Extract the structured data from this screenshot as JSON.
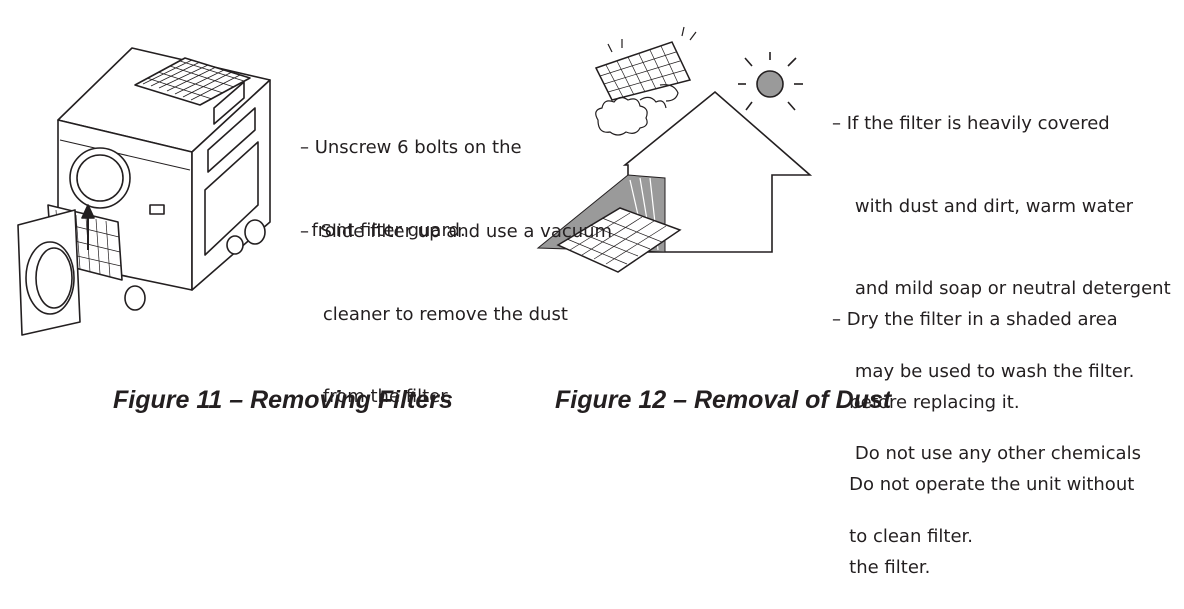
{
  "figure11": {
    "caption": "Figure 11 – Removing Filters",
    "instructions": [
      [
        "– Unscrew 6 bolts on the",
        "  front filter guard."
      ],
      [
        "–  Slide filter up and use a vacuum",
        "    cleaner to remove the dust",
        "    from the filter."
      ]
    ]
  },
  "figure12": {
    "caption": "Figure 12 – Removal of Dust",
    "instructions": [
      [
        "– If the filter is heavily covered",
        "    with dust and dirt, warm water",
        "    and mild soap or neutral detergent",
        "    may be used to wash the filter.",
        "    Do not use any other chemicals",
        "   to clean filter."
      ],
      [
        "– Dry the filter in a shaded area",
        "   before replacing it.",
        "   Do not operate the unit without",
        "   the filter."
      ]
    ]
  },
  "icons": [
    "portable-ac-unit-icon",
    "filter-grid-icon",
    "sun-icon",
    "house-icon",
    "dust-cloud-icon"
  ]
}
